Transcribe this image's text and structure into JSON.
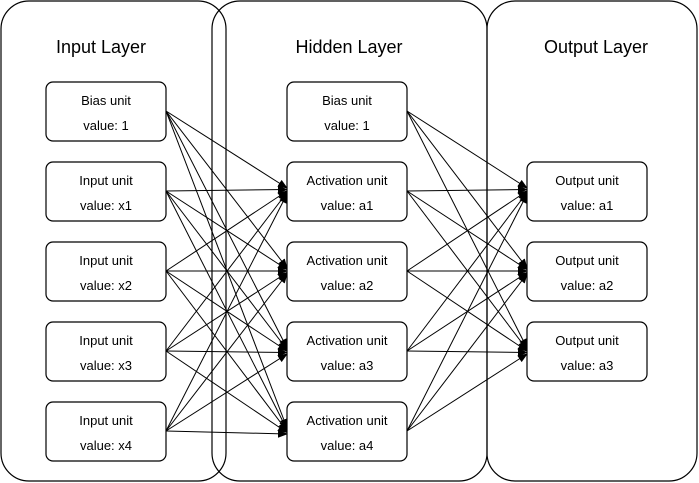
{
  "layers": [
    {
      "title": "Input Layer",
      "nodes": [
        {
          "name": "Bias unit",
          "value": "value: 1"
        },
        {
          "name": "Input unit",
          "value": "value: x1"
        },
        {
          "name": "Input unit",
          "value": "value: x2"
        },
        {
          "name": "Input unit",
          "value": "value: x3"
        },
        {
          "name": "Input unit",
          "value": "value: x4"
        }
      ]
    },
    {
      "title": "Hidden Layer",
      "nodes": [
        {
          "name": "Bias unit",
          "value": "value: 1"
        },
        {
          "name": "Activation unit",
          "value": "value: a1"
        },
        {
          "name": "Activation unit",
          "value": "value: a2"
        },
        {
          "name": "Activation unit",
          "value": "value: a3"
        },
        {
          "name": "Activation unit",
          "value": "value: a4"
        }
      ]
    },
    {
      "title": "Output Layer",
      "nodes": [
        {
          "name": "Output unit",
          "value": "value: a1"
        },
        {
          "name": "Output unit",
          "value": "value: a2"
        },
        {
          "name": "Output unit",
          "value": "value: a3"
        }
      ]
    }
  ],
  "connections": "each input-layer unit connects to every hidden-layer activation unit; each hidden-layer unit connects to every output unit"
}
